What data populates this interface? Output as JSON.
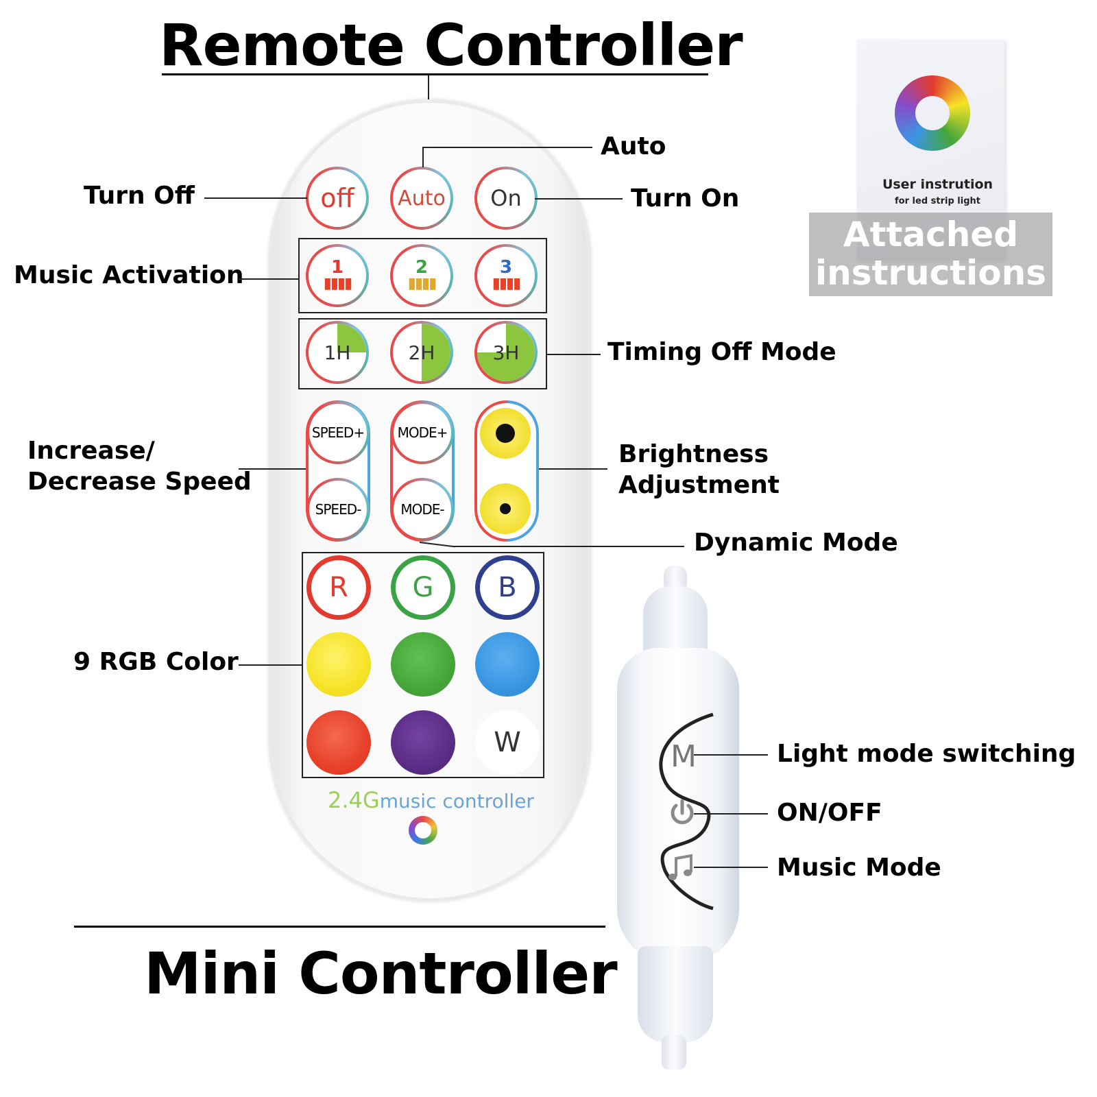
{
  "titles": {
    "remote": "Remote Controller",
    "mini": "Mini Controller"
  },
  "callouts": {
    "auto": "Auto",
    "turn_off": "Turn Off",
    "turn_on": "Turn On",
    "music_activation": "Music Activation",
    "timing_off_mode": "Timing Off Mode",
    "speed_line1": "Increase/",
    "speed_line2": "Decrease Speed",
    "brightness_line1": "Brightness",
    "brightness_line2": "Adjustment",
    "dynamic_mode": "Dynamic Mode",
    "rgb_color": "9 RGB Color",
    "light_mode_switching": "Light mode switching",
    "on_off": "ON/OFF",
    "music_mode": "Music Mode"
  },
  "remote": {
    "row1": [
      "off",
      "Auto",
      "On"
    ],
    "music": [
      "1",
      "2",
      "3"
    ],
    "timers": [
      "1H",
      "2H",
      "3H"
    ],
    "timer_fraction": [
      0.25,
      0.5,
      0.75
    ],
    "speed_plus": "SPEED+",
    "speed_minus": "SPEED-",
    "mode_plus": "MODE+",
    "mode_minus": "MODE-",
    "rgb_letters": [
      "R",
      "G",
      "B"
    ],
    "white_letter": "W",
    "brand_24g": "2.4G",
    "brand_text": "music controller",
    "colors": {
      "red": "#e23a2e",
      "green": "#3aa346",
      "blue": "#2f3f8e",
      "yellow": "#f6e327",
      "mid_green": "#46a63a",
      "sky_blue": "#3a96e2",
      "orange_red": "#e8412a",
      "purple": "#5b2d86"
    }
  },
  "mini": {
    "buttons": [
      "M",
      "power-icon",
      "music-note-icon"
    ]
  },
  "manual": {
    "title": "User instrution",
    "subtitle": "for led strip light",
    "overlay_line1": "Attached",
    "overlay_line2": "instructions"
  }
}
